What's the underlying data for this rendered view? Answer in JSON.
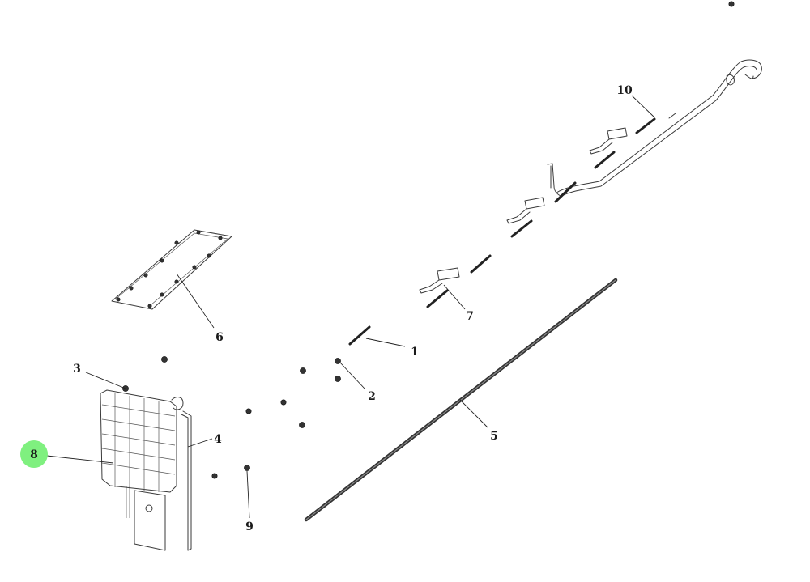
{
  "diagram": {
    "highlight_color": "#7ff07f",
    "callouts": [
      {
        "id": "1",
        "label": "1"
      },
      {
        "id": "2",
        "label": "2"
      },
      {
        "id": "3",
        "label": "3"
      },
      {
        "id": "4",
        "label": "4"
      },
      {
        "id": "5",
        "label": "5"
      },
      {
        "id": "6",
        "label": "6"
      },
      {
        "id": "7",
        "label": "7"
      },
      {
        "id": "8",
        "label": "8",
        "highlighted": true
      },
      {
        "id": "9",
        "label": "9"
      },
      {
        "id": "10",
        "label": "10"
      }
    ]
  }
}
